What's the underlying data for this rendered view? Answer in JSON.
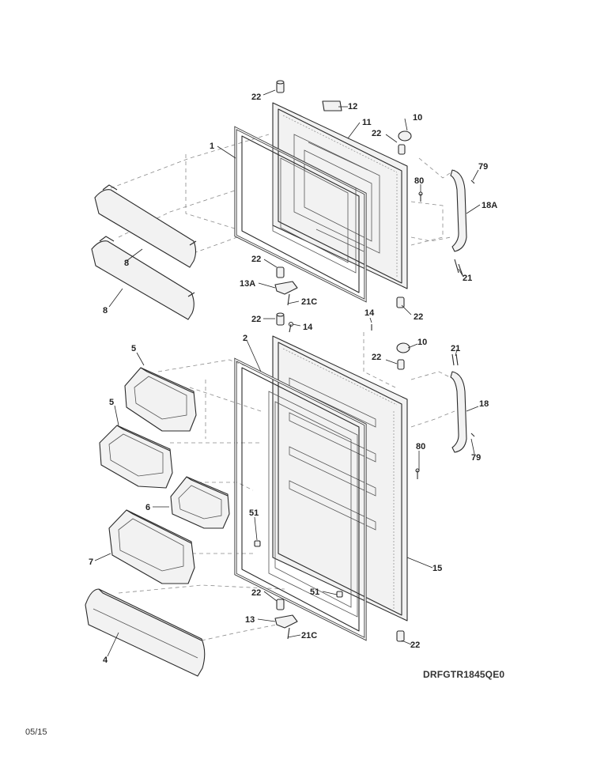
{
  "diagram": {
    "model_code": "DRFGTR1845QE0",
    "date_code": "05/15",
    "callouts": {
      "c1": "1",
      "c2": "2",
      "c4": "4",
      "c5a": "5",
      "c5b": "5",
      "c6": "6",
      "c7": "7",
      "c8a": "8",
      "c8b": "8",
      "c10a": "10",
      "c10b": "10",
      "c11": "11",
      "c12": "12",
      "c13": "13",
      "c13a": "13A",
      "c14a": "14",
      "c14b": "14",
      "c15": "15",
      "c18": "18",
      "c18a": "18A",
      "c21a": "21",
      "c21b": "21",
      "c21ca": "21C",
      "c21cb": "21C",
      "c22a": "22",
      "c22b": "22",
      "c22c": "22",
      "c22d": "22",
      "c22e": "22",
      "c22f": "22",
      "c22g": "22",
      "c22h": "22",
      "c51a": "51",
      "c51b": "51",
      "c79a": "79",
      "c79b": "79",
      "c80a": "80",
      "c80b": "80"
    }
  }
}
